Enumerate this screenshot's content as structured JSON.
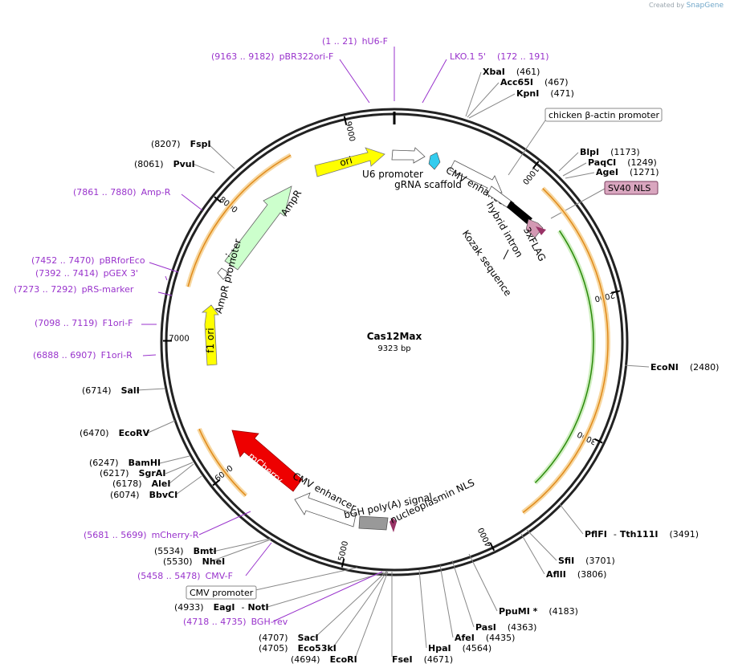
{
  "credit": {
    "prefix": "Created by",
    "brand": "SnapGene"
  },
  "plasmid": {
    "name": "Cas12Max",
    "length": 9323,
    "length_label": "9323 bp"
  },
  "ticks": [
    {
      "bp": 1000,
      "label": "1000"
    },
    {
      "bp": 2000,
      "label": "2000"
    },
    {
      "bp": 3000,
      "label": "3000"
    },
    {
      "bp": 4000,
      "label": "4000"
    },
    {
      "bp": 5000,
      "label": "5000"
    },
    {
      "bp": 6000,
      "label": "6000"
    },
    {
      "bp": 7000,
      "label": "7000"
    },
    {
      "bp": 8000,
      "label": "8000"
    },
    {
      "bp": 9000,
      "label": "9000"
    }
  ],
  "colors": {
    "primer": "#9933cc",
    "site": "#000000",
    "ori": "#ffff00",
    "ampr": "#ccffcc",
    "mcherry": "#ee0000",
    "gray": "#999999",
    "sv40": "#d9a6bf",
    "nls": "#993366",
    "flag": "#d399b3",
    "orange": "#e08a1a",
    "green": "#2a8a0a"
  },
  "primers": [
    {
      "range": "(1 .. 21)",
      "name": "hU6-F"
    },
    {
      "range": "(9163 .. 9182)",
      "name": "pBR322ori-F"
    },
    {
      "range": "(172 .. 191)",
      "name": "LKO.1 5'"
    },
    {
      "range": "(7861 .. 7880)",
      "name": "Amp-R"
    },
    {
      "range": "(7452 .. 7470)",
      "name": "pBRforEco"
    },
    {
      "range": "(7392 .. 7414)",
      "name": "pGEX 3'"
    },
    {
      "range": "(7273 .. 7292)",
      "name": "pRS-marker"
    },
    {
      "range": "(7098 .. 7119)",
      "name": "F1ori-F"
    },
    {
      "range": "(6888 .. 6907)",
      "name": "F1ori-R"
    },
    {
      "range": "(5681 .. 5699)",
      "name": "mCherry-R"
    },
    {
      "range": "(5458 .. 5478)",
      "name": "CMV-F"
    },
    {
      "range": "(4718 .. 4735)",
      "name": "BGH-rev"
    }
  ],
  "sites": [
    {
      "name": "XbaI",
      "pos": "(461)"
    },
    {
      "name": "Acc65I",
      "pos": "(467)"
    },
    {
      "name": "KpnI",
      "pos": "(471)"
    },
    {
      "name": "BlpI",
      "pos": "(1173)"
    },
    {
      "name": "PaqCI",
      "pos": "(1249)"
    },
    {
      "name": "AgeI",
      "pos": "(1271)"
    },
    {
      "name": "EcoNI",
      "pos": "(2480)"
    },
    {
      "name": "PflFI",
      "name2": "Tth111I",
      "pos": "(3491)"
    },
    {
      "name": "SfiI",
      "pos": "(3701)"
    },
    {
      "name": "AflII",
      "pos": "(3806)"
    },
    {
      "name": "PpuMI *",
      "pos": "(4183)"
    },
    {
      "name": "PasI",
      "pos": "(4363)"
    },
    {
      "name": "AfeI",
      "pos": "(4435)"
    },
    {
      "name": "HpaI",
      "pos": "(4564)"
    },
    {
      "name": "FseI",
      "pos": "(4671)"
    },
    {
      "name": "EcoRI",
      "pos": "(4694)"
    },
    {
      "name": "Eco53kI",
      "pos": "(4705)"
    },
    {
      "name": "SacI",
      "pos": "(4707)"
    },
    {
      "name": "EagI",
      "name2": "NotI",
      "pos": "(4933)"
    },
    {
      "name": "NheI",
      "pos": "(5530)"
    },
    {
      "name": "BmtI",
      "pos": "(5534)"
    },
    {
      "name": "BbvCI",
      "pos": "(6074)"
    },
    {
      "name": "AleI",
      "pos": "(6178)"
    },
    {
      "name": "SgrAI",
      "pos": "(6217)"
    },
    {
      "name": "BamHI",
      "pos": "(6247)"
    },
    {
      "name": "EcoRV",
      "pos": "(6470)"
    },
    {
      "name": "SalI",
      "pos": "(6714)"
    },
    {
      "name": "PvuI",
      "pos": "(8061)"
    },
    {
      "name": "FspI",
      "pos": "(8207)"
    }
  ],
  "boxed_labels": {
    "chicken": "chicken β-actin promoter",
    "sv40": "SV40 NLS",
    "cmvp": "CMV promoter"
  },
  "feature_labels": {
    "ori": "ori",
    "u6": "U6 promoter",
    "grna": "gRNA scaffold",
    "cmvenh1": "CMV enhancer",
    "hybrid": "hybrid intron",
    "flag": "3xFLAG",
    "kozak": "Kozak sequence",
    "ampr": "AmpR",
    "amprp": "AmpR promoter",
    "f1": "f1 ori",
    "mcherry": "mCherry",
    "cmvenh2": "CMV enhancer",
    "bgh": "bGH poly(A) signal",
    "nuc": "nucleoplasmin NLS"
  }
}
